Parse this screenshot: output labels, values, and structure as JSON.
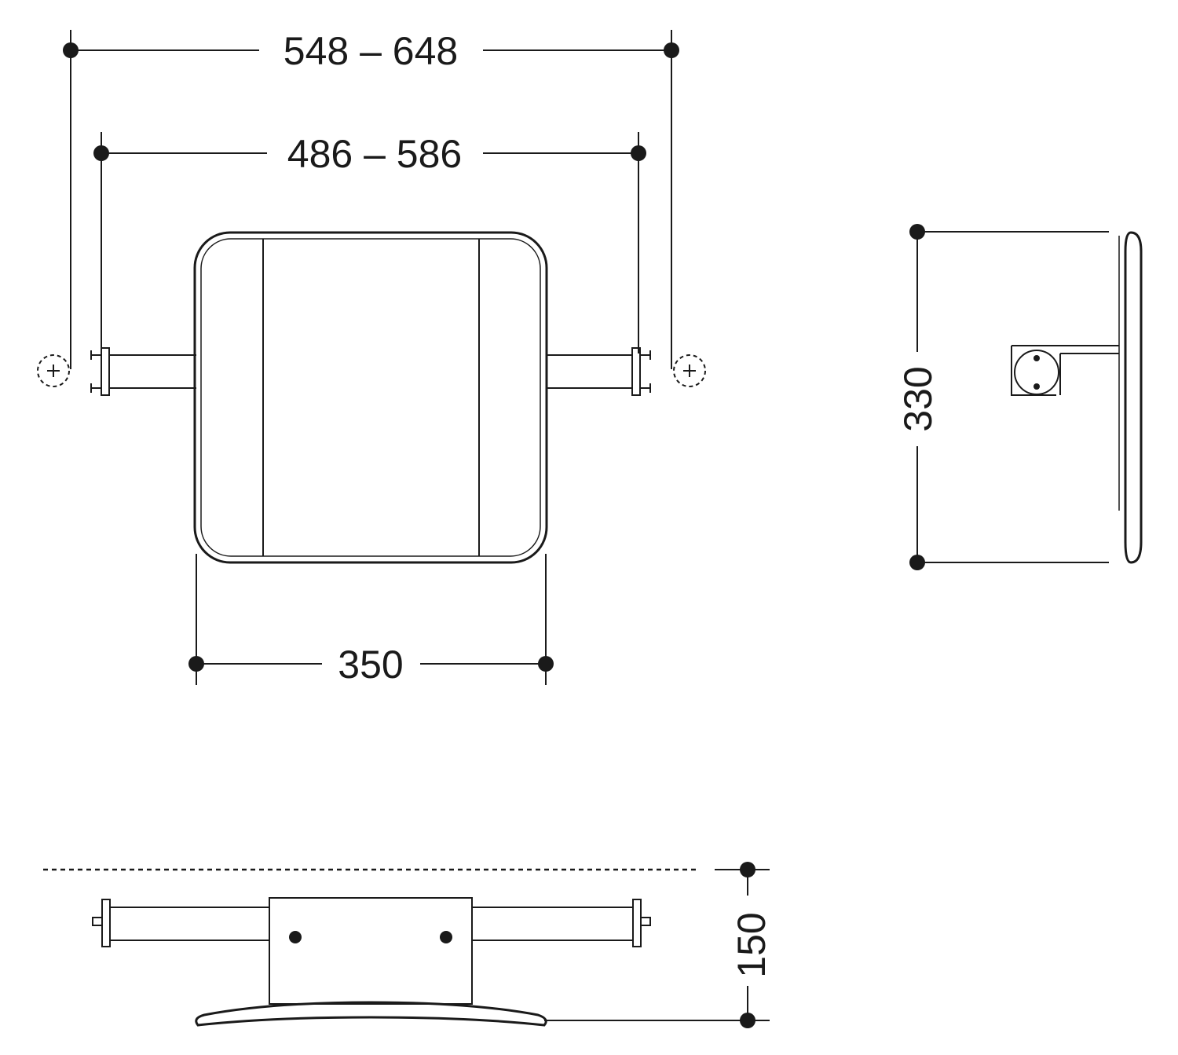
{
  "front_view": {
    "overall_width": "548 – 648",
    "fixing_width": "486 – 586",
    "pad_width": "350"
  },
  "side_view": {
    "height": "330"
  },
  "top_view": {
    "depth": "150"
  },
  "icons": {
    "fixing_point": "crosshair-circle-icon"
  },
  "colors": {
    "line": "#1a1a1a",
    "background": "#ffffff"
  }
}
